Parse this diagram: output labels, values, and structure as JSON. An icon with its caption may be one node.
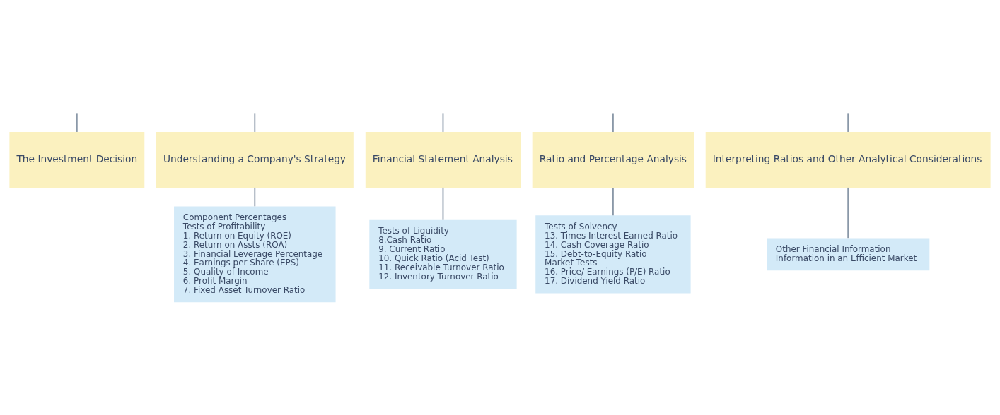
{
  "diagram": {
    "nodes": [
      {
        "text": [
          "The Investment Decision"
        ]
      },
      {
        "text": [
          "Understanding a Company's Strategy"
        ]
      },
      {
        "text": [
          "Financial Statement Analysis"
        ]
      },
      {
        "text": [
          "Ratio and Percentage Analysis"
        ]
      },
      {
        "text": [
          "Interpreting Ratios and Other Analytical Considerations"
        ]
      },
      {
        "text": [
          "Component Percentages",
          "Tests of Profitability",
          "1. Return on Equity (ROE)",
          "2. Return on Assts (ROA)",
          "3. Financial Leverage Percentage",
          "4. Earnings per Share (EPS)",
          "5. Quality of Income",
          "6. Profit Margin",
          "7. Fixed Asset Turnover Ratio"
        ]
      },
      {
        "text": [
          "Tests of Liguidity",
          "8.Cash Ratio",
          "9. Current Ratio",
          "10. Quick Ratio (Acid Test)",
          "11. Receivable Turnover Ratio",
          "12. Inventory Turnover Ratio"
        ]
      },
      {
        "text": [
          "Tests of Solvency",
          "13. Times Interest Earned Ratio",
          "14. Cash Coverage Ratio",
          "15. Debt-to-Equity Ratio",
          "Market Tests",
          "16. Price/ Earnings (P/E) Ratio",
          "17. Dividend Yield Ratio"
        ]
      },
      {
        "text": [
          "Other Financial Information",
          "Information in an Efficient Market"
        ]
      }
    ],
    "edges": [
      {
        "from": null,
        "to": 0,
        "arrow": "none"
      },
      {
        "from": null,
        "to": 1,
        "arrow": "none"
      },
      {
        "from": null,
        "to": 2,
        "arrow": "none"
      },
      {
        "from": null,
        "to": 3,
        "arrow": "none"
      },
      {
        "from": null,
        "to": 4,
        "arrow": "none"
      },
      {
        "from": 1,
        "to": 5,
        "arrow": "none"
      },
      {
        "from": 2,
        "to": 6,
        "arrow": "none"
      },
      {
        "from": 3,
        "to": 7,
        "arrow": "none"
      },
      {
        "from": 4,
        "to": 8,
        "arrow": "none"
      }
    ]
  }
}
